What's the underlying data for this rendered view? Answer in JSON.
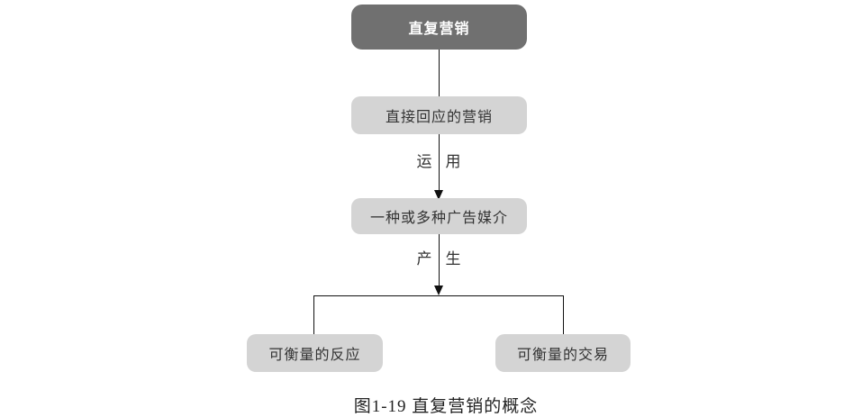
{
  "colors": {
    "background": "#ffffff",
    "dark_node_bg": "#707070",
    "dark_node_text": "#ffffff",
    "light_node_bg": "#d4d4d4",
    "light_node_text": "#333333",
    "line": "#111111"
  },
  "flowchart": {
    "root": {
      "label": "直复营销"
    },
    "level2": {
      "label": "直接回应的营销"
    },
    "edge_apply": {
      "left": "运",
      "right": "用"
    },
    "level3": {
      "label": "一种或多种广告媒介"
    },
    "edge_generate": {
      "left": "产",
      "right": "生"
    },
    "leaf_left": {
      "label": "可衡量的反应"
    },
    "leaf_right": {
      "label": "可衡量的交易"
    }
  },
  "caption": "图1-19 直复营销的概念"
}
